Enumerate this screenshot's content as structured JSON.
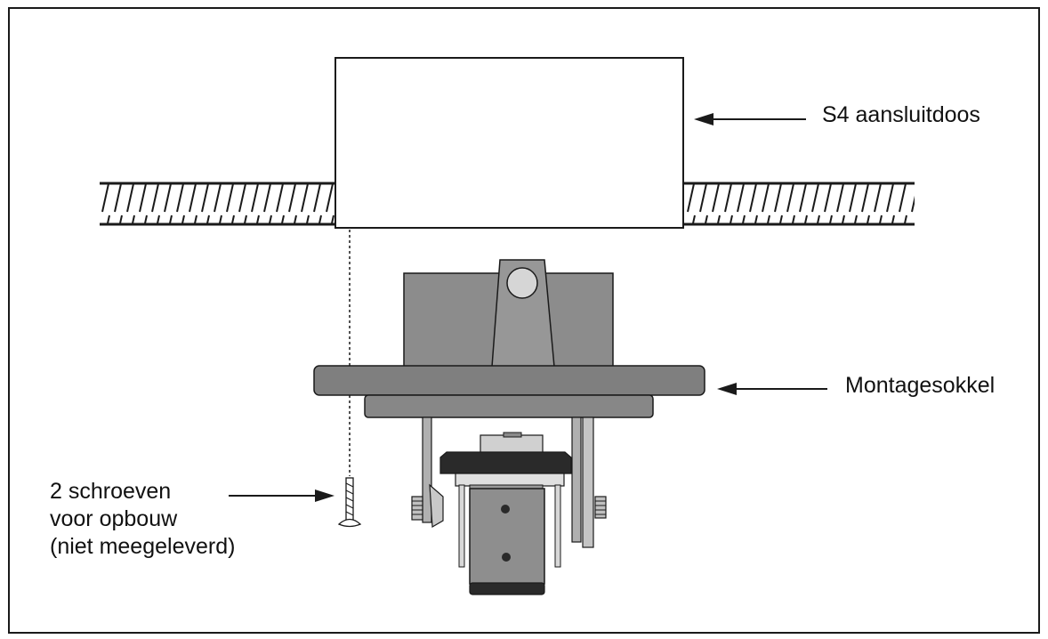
{
  "labels": {
    "junction_box": "S4 aansluitdoos",
    "mounting_base": "Montagesokkel",
    "screws_line1": "2 schroeven",
    "screws_line2": "voor opbouw",
    "screws_line3": "(niet meegeleverd)"
  },
  "colors": {
    "line": "#1a1a1a",
    "body_gray": "#8c8c8c",
    "plate_gray": "#7f7f7f",
    "light_gray": "#b8b8b8",
    "dark_part": "#2a2a2a"
  }
}
